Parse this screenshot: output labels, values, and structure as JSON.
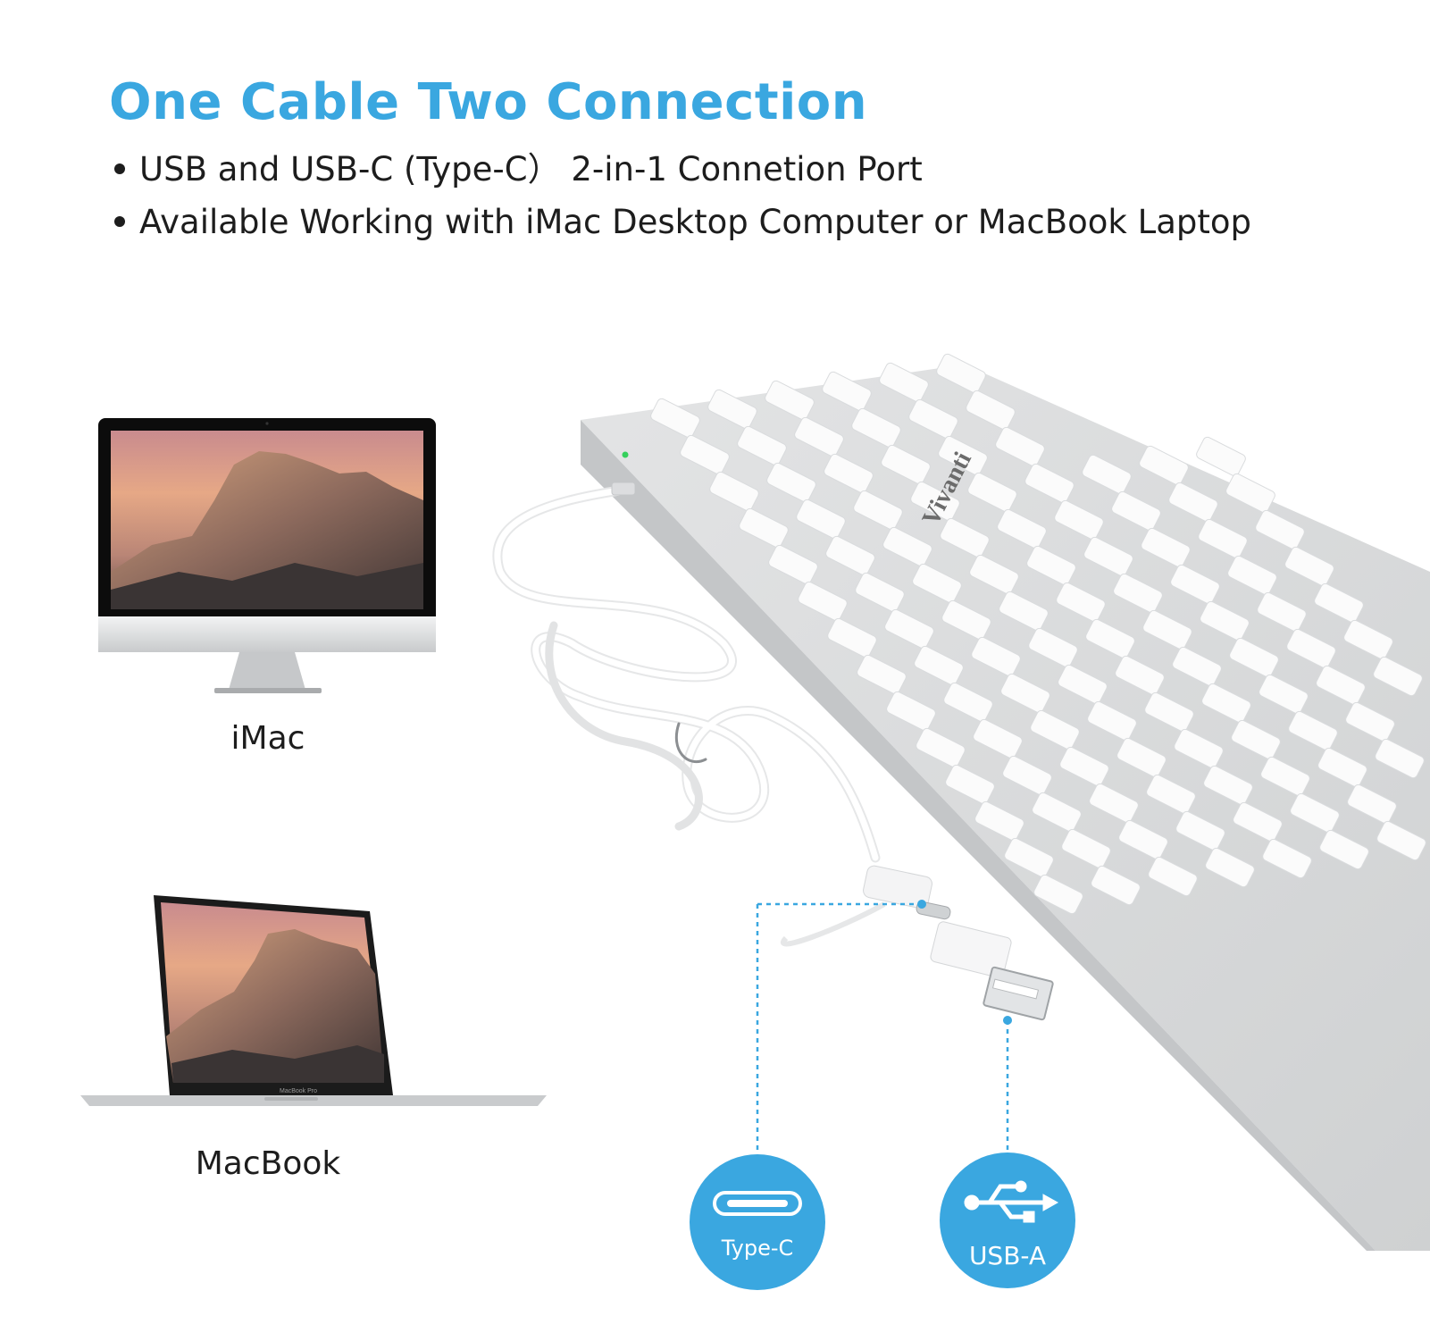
{
  "header": {
    "title": "One Cable Two Connection",
    "bullets": [
      "USB and USB-C (Type-C） 2-in-1 Connetion Port",
      "Available Working with iMac Desktop Computer or MacBook Laptop"
    ]
  },
  "devices": {
    "imac_label": "iMac",
    "macbook_label": "MacBook",
    "macbook_bezel_text": "MacBook Pro"
  },
  "keyboard": {
    "brand": "Vivanti"
  },
  "connectors": {
    "type_c_label": "Type-C",
    "usb_a_label": "USB-A"
  },
  "colors": {
    "accent": "#3aa7e0",
    "body_text": "#1d1d1d",
    "keyboard_frame": "#d7d8d9",
    "key_cap": "#fbfbfb",
    "power_led": "#35d05c"
  },
  "icons": [
    "type-c-port-icon",
    "usb-trident-icon"
  ]
}
